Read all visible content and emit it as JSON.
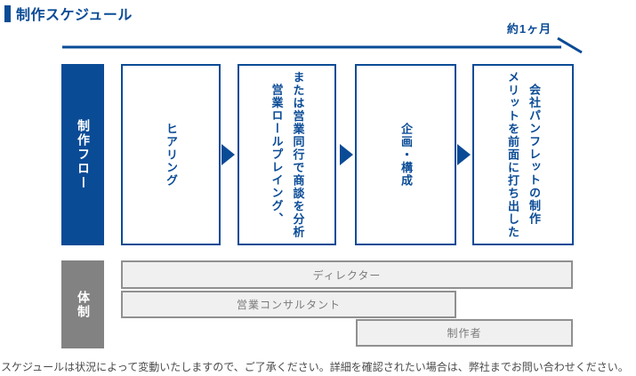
{
  "title": "制作スケジュール",
  "timeline": {
    "duration_label": "約1ヶ月"
  },
  "flow": {
    "header": "制作フロー",
    "steps": [
      {
        "label": "ヒアリング"
      },
      {
        "label": "営業ロールプレイング、\nまたは営業同行で商談を分析"
      },
      {
        "label": "企画・構成"
      },
      {
        "label": "メリットを前面に打ち出した\n会社パンフレットの制作"
      }
    ]
  },
  "team": {
    "header": "体制",
    "roles": [
      {
        "label": "ディレクター"
      },
      {
        "label": "営業コンサルタント"
      },
      {
        "label": "制作者"
      }
    ]
  },
  "footnote": "スケジュールは状況によって変動いたしますので、ご了承ください。詳細を確認されたい場合は、弊社までお問い合わせください。",
  "colors": {
    "primary_blue": "#0a4b96",
    "header_gray": "#828282",
    "bar_fill": "#f0f0f0",
    "bar_border": "#909090"
  }
}
